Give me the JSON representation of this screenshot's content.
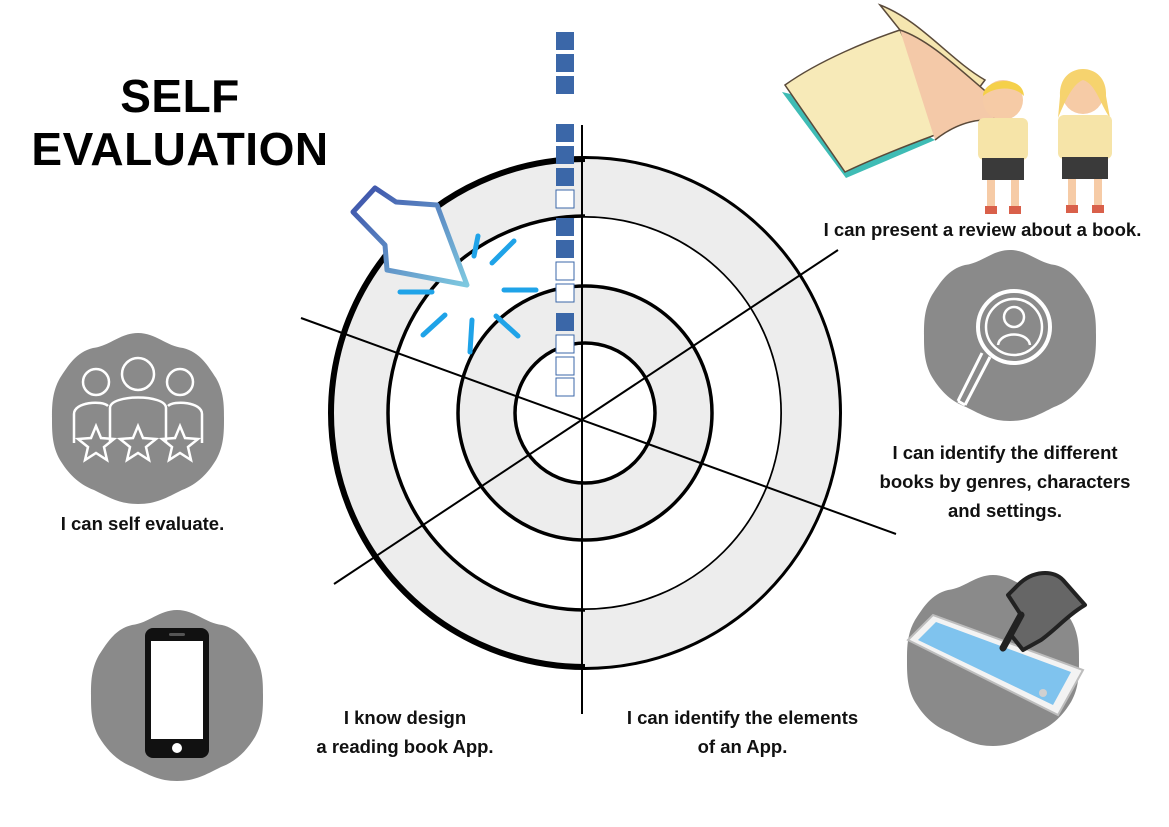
{
  "title": {
    "line1": "SELF",
    "line2": "EVALUATION"
  },
  "statements": {
    "present_review": "I can present a review about a book.",
    "identify_books": {
      "line1": "I can identify the different",
      "line2": "books by genres, characters",
      "line3": "and settings."
    },
    "identify_elements": {
      "line1": "I can identify the elements",
      "line2": "of an App."
    },
    "design_app": {
      "line1": "I know design",
      "line2": "a reading book App."
    },
    "self_evaluate": "I can self evaluate."
  },
  "target": {
    "rings": 4,
    "ring_fills": [
      "#ededed",
      "#ffffff",
      "#ededed",
      "#ffffff"
    ],
    "outer_ring_color": "#000000"
  },
  "progress_checkboxes": {
    "filled_color": "#3b67a8",
    "groups": [
      {
        "filled": 3,
        "total": 3
      },
      {
        "filled": 3,
        "total": 4
      },
      {
        "filled": 2,
        "total": 4
      },
      {
        "filled": 1,
        "total": 4
      }
    ]
  },
  "icons": {
    "cursor": "cursor-arrow-icon",
    "book_kids": "open-book-children-icon",
    "search_person": "magnifier-person-icon",
    "tablet": "tablet-touch-icon",
    "phone": "smartphone-icon",
    "team_stars": "people-stars-icon"
  },
  "colors": {
    "badge": "#8a8a8a",
    "cursor_gradient_start": "#3b4ea8",
    "cursor_gradient_end": "#7ec9e0",
    "cursor_rays": "#1fa3e8",
    "tablet_screen": "#7fc3ee"
  }
}
